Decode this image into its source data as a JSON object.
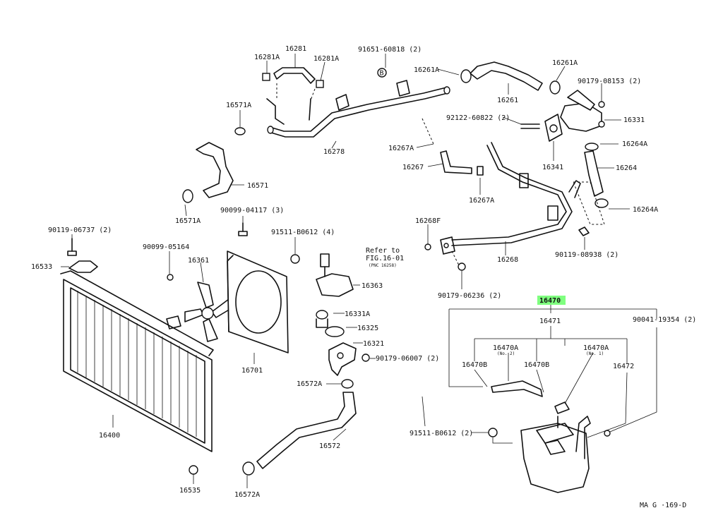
{
  "diagram": {
    "code": "MA G ·169-D",
    "highlight_color": "#7fff7f",
    "reference": {
      "line1": "Refer to",
      "line2": "FIG.16-01",
      "line3": "(PNC 16258)"
    },
    "labels": {
      "p16281": "16281",
      "p16281A_l": "16281A",
      "p16281A_r": "16281A",
      "p91651": "91651-60818 (2)",
      "p16261A_l": "16261A",
      "p16261A_r": "16261A",
      "p90179_08153": "90179-08153 (2)",
      "p16261": "16261",
      "p16571A_t": "16571A",
      "p16278": "16278",
      "p92122": "92122-60822 (2)",
      "p16331": "16331",
      "p16267A_t": "16267A",
      "p16264A_t": "16264A",
      "p16267": "16267",
      "p16341": "16341",
      "p16264": "16264",
      "p16571": "16571",
      "p16267A_b": "16267A",
      "p16264A_b": "16264A",
      "p16571A_b": "16571A",
      "p90099_04117": "90099-04117 (3)",
      "p16268F": "16268F",
      "p90119_06737": "90119-06737 (2)",
      "p91511_b0612_top": "91511-B0612 (4)",
      "p90119_08938": "90119-08938 (2)",
      "p90099_05164": "90099-05164",
      "p16361": "16361",
      "p16268": "16268",
      "p16533": "16533",
      "p16363": "16363",
      "p90179_06236": "90179-06236 (2)",
      "p16470": "16470",
      "p16331A": "16331A",
      "p16471": "16471",
      "p90041": "90041-19354 (2)",
      "p16325": "16325",
      "p16321": "16321",
      "p16470A_l": "16470A",
      "p16470A_r": "16470A",
      "no2": "(No. 2)",
      "no1": "(No. 1)",
      "p16470B_l": "16470B",
      "p16470B_r": "16470B",
      "p16472": "16472",
      "p90179_06007": "90179-06007 (2)",
      "p16701": "16701",
      "p16572A_t": "16572A",
      "p16400": "16400",
      "p91511_b0612_bot": "91511-B0612 (2)",
      "p16572": "16572",
      "p16535": "16535",
      "p16572A_b": "16572A",
      "b_marker": "B"
    }
  }
}
